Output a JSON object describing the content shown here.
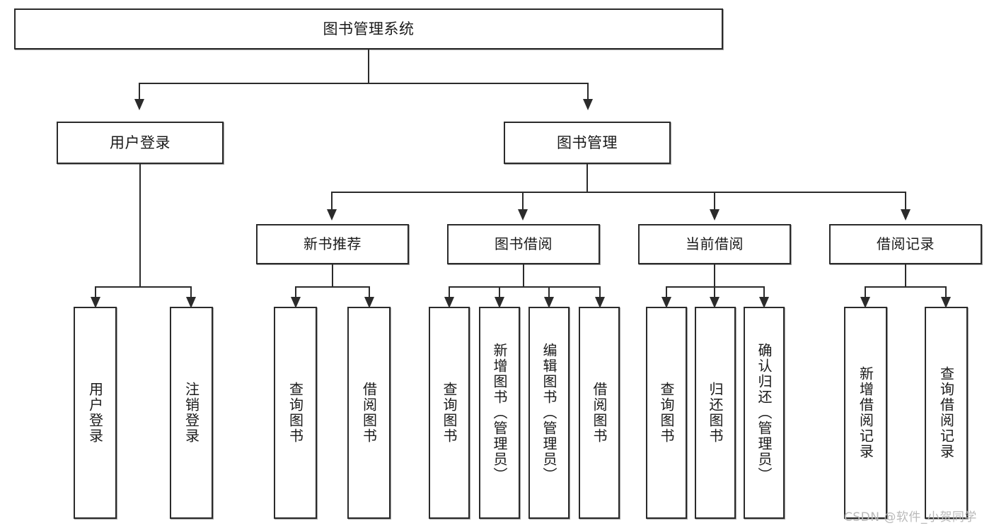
{
  "diagram": {
    "type": "tree",
    "title": "图书管理系统",
    "watermark": "CSDN @软件_小贺同学",
    "colors": {
      "stroke": "#2b2b2b",
      "fill": "#ffffff",
      "text": "#1a1a1a",
      "watermark": "#b9b9b9"
    },
    "nodes": {
      "root": {
        "label": "图书管理系统"
      },
      "level1": [
        {
          "label": "用户登录"
        },
        {
          "label": "图书管理"
        }
      ],
      "level2": [
        {
          "label": "新书推荐"
        },
        {
          "label": "图书借阅"
        },
        {
          "label": "当前借阅"
        },
        {
          "label": "借阅记录"
        }
      ],
      "leaves": {
        "user_login": [
          {
            "label": "用户登录"
          },
          {
            "label": "注销登录"
          }
        ],
        "new_book": [
          {
            "label": "查询图书"
          },
          {
            "label": "借阅图书"
          }
        ],
        "book_borrow": [
          {
            "label": "查询图书"
          },
          {
            "label": "新增图书（管理员）"
          },
          {
            "label": "编辑图书（管理员）"
          },
          {
            "label": "借阅图书"
          }
        ],
        "current_borrow": [
          {
            "label": "查询图书"
          },
          {
            "label": "归还图书"
          },
          {
            "label": "确认归还（管理员）"
          }
        ],
        "borrow_record": [
          {
            "label": "新增借阅记录"
          },
          {
            "label": "查询借阅记录"
          }
        ]
      }
    }
  }
}
